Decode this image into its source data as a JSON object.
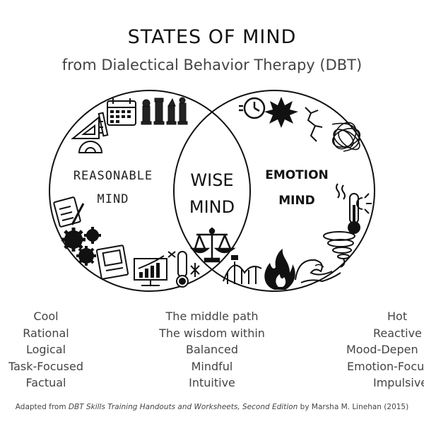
{
  "header": {
    "title": "STATES OF MIND",
    "subtitle": "from Dialectical Behavior Therapy (DBT)"
  },
  "diagram": {
    "left_label_line1": "REASONABLE",
    "left_label_line2": "MIND",
    "center_label_line1": "WISE",
    "center_label_line2": "MIND",
    "right_label_line1": "EMOTION",
    "right_label_line2": "MIND",
    "icons_left": [
      "calendar-icon",
      "chess-pieces-icon",
      "ruler-triangle-icon",
      "protractor-icon",
      "clipboard-icon",
      "gears-icon",
      "manual-book-icon",
      "presentation-chart-icon",
      "thermometer-cold-icon"
    ],
    "icons_center": [
      "scales-icon"
    ],
    "icons_right": [
      "clock-icon",
      "explosion-icon",
      "lightning-icon",
      "scribble-icon",
      "thermometer-hot-icon",
      "tornado-icon",
      "fire-icon",
      "roller-coaster-icon",
      "wave-icon"
    ]
  },
  "traits": {
    "reasonable": [
      "Cool",
      "Rational",
      "Logical",
      "Task-Focused",
      "Factual"
    ],
    "wise": [
      "The middle path",
      "The wisdom within",
      "Balanced",
      "Mindful",
      "Intuitive"
    ],
    "emotion": [
      "Hot",
      "Reactive",
      "Mood-Depen",
      "Emotion-Focu",
      "Impulsive"
    ]
  },
  "footer": {
    "prefix": "Adapted from ",
    "book": "DBT Skills Training Handouts and Worksheets, Second Edition",
    "suffix": " by Marsha M. Linehan (2015)"
  }
}
